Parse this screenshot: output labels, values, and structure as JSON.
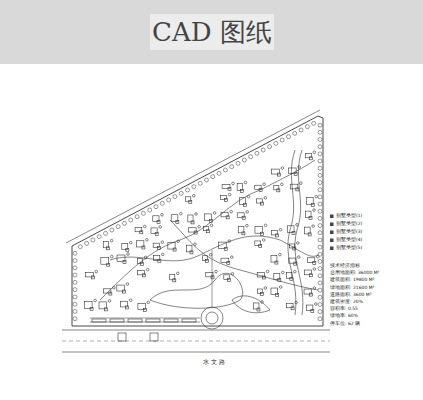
{
  "diagram": {
    "title": "CAD 图纸",
    "labels": [
      "水 文 路",
      "技术经济指标",
      "总用地面积: 36000 M²",
      "建筑面积: 19800 M²",
      "绿地面积: 21600 M²",
      "道路面积: 3600 M²",
      "建筑密度: 20%",
      "容积率: 0.55",
      "绿地率: 60%",
      "停车位: 62 辆"
    ],
    "legend": [
      {
        "text": "别墅类型(1)"
      },
      {
        "text": "别墅类型(2)"
      },
      {
        "text": "别墅类型(3)"
      },
      {
        "text": "别墅类型(4)"
      },
      {
        "text": "别墅类型(5)"
      }
    ]
  }
}
